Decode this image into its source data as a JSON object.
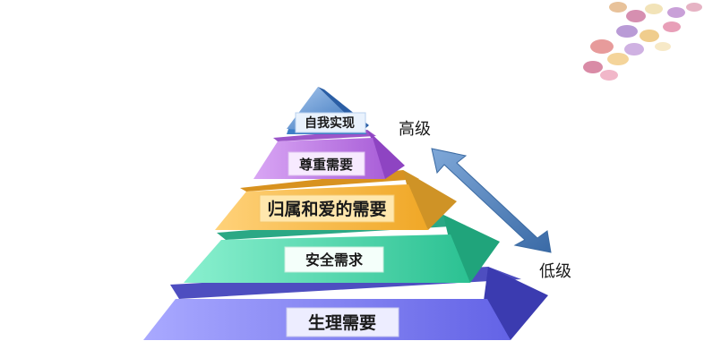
{
  "levels": [
    {
      "label": "自我实现",
      "color": "#3f7fc7"
    },
    {
      "label": "尊重需要",
      "color": "#b86fe0"
    },
    {
      "label": "归属和爱的需要",
      "color": "#f3b23c"
    },
    {
      "label": "安全需求",
      "color": "#39c79a"
    },
    {
      "label": "生理需要",
      "color": "#7171e8"
    }
  ],
  "arrow": {
    "high_label": "高级",
    "low_label": "低级",
    "color": "#4d7fb3"
  }
}
